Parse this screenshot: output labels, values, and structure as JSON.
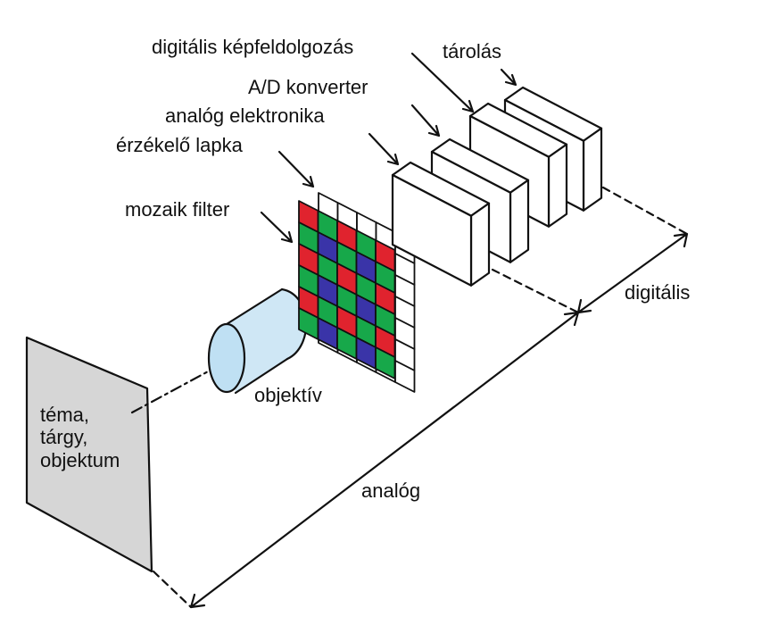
{
  "labels": {
    "digital_processing": "digitális képfeldolgozás",
    "storage": "tárolás",
    "ad_converter": "A/D konverter",
    "analog_electronics": "analóg elektronika",
    "sensor_chip": "érzékelő lapka",
    "mosaic_filter": "mozaik filter",
    "lens": "objektív",
    "digital": "digitális",
    "analog": "analóg",
    "subject_lines": [
      "téma,",
      "tárgy,",
      "objektum"
    ]
  },
  "colors": {
    "red": "#e0232e",
    "green": "#17a84a",
    "blue": "#3a34a8",
    "subject_fill": "#d6d6d6",
    "lens_fill": "#bfe0f3"
  },
  "mosaic_pattern": [
    [
      "red",
      "green",
      "red",
      "green",
      "red"
    ],
    [
      "green",
      "blue",
      "green",
      "blue",
      "green"
    ],
    [
      "red",
      "green",
      "red",
      "green",
      "red"
    ],
    [
      "green",
      "blue",
      "green",
      "blue",
      "green"
    ],
    [
      "red",
      "green",
      "red",
      "green",
      "red"
    ],
    [
      "green",
      "blue",
      "green",
      "blue",
      "green"
    ]
  ]
}
